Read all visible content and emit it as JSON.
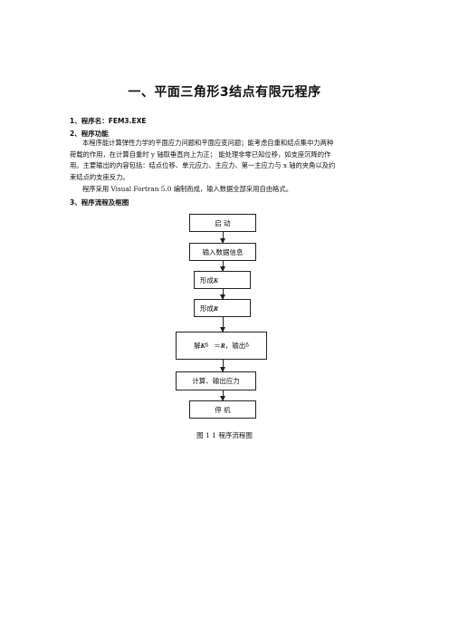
{
  "document": {
    "title": "一、平面三角形3结点有限元程序",
    "section1": {
      "label": "1、程序名：",
      "value": "FEM3.EXE"
    },
    "section2": {
      "label": "2、程序功能",
      "para1": [
        "本程序能计算弹性力学的平面应力问题和平面应变问题；能考虑自重和结点集中力两种",
        "荷载的作用，在计算自重时 y 轴取垂直向上为正；  能处理非零已知位移，如支座沉降的作",
        "用。主要输出的内容包括：结点位移、单元应力、主应力、第一主应力与 x 轴的夹角以及约",
        "束结点的支座反力。"
      ],
      "para2": "程序采用 Visual Fortran 5.0 编制而成，输入数据全部采用自由格式。"
    },
    "section3": {
      "label": "3、程序流程及框图"
    }
  },
  "flowchart": {
    "start": "启  动",
    "input": "输入数据信息",
    "form_k_prefix": "形成",
    "form_k_var": "K",
    "form_r_prefix": "形成",
    "form_r_var": "R",
    "solve_prefix": "解",
    "solve_k": "K",
    "solve_delta1": "δ",
    "solve_eq": "＝",
    "solve_r": "R",
    "solve_output": "，输出",
    "solve_delta2": "δ",
    "compute": "计算、输出应力",
    "stop": "停  机"
  },
  "caption": "图 1   1  程序流程图"
}
